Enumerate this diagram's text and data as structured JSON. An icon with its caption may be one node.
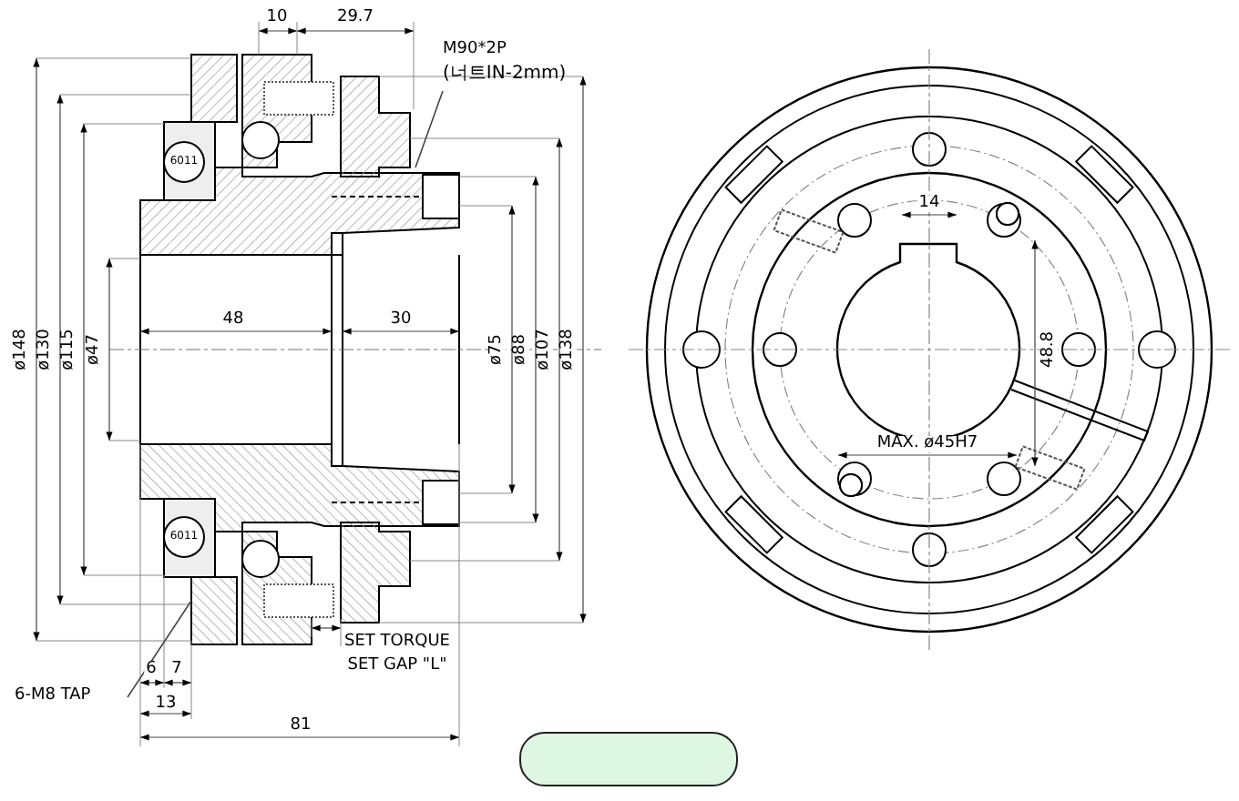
{
  "diagram": {
    "nodes": [
      {
        "text": [
          "M90*2P",
          "(너트IN-2mm)"
        ]
      },
      {
        "text": [
          "6-M8 TAP"
        ]
      },
      {
        "text": [],
        "shape": "box"
      }
    ],
    "edges": [
      {
        "from": 0,
        "to": null,
        "arrow": "none"
      },
      {
        "from": 1,
        "to": null,
        "arrow": "none"
      }
    ],
    "labels": [
      "10",
      "29.7",
      "6011",
      "ø148",
      "ø130",
      "ø115",
      "ø47",
      "48",
      "30",
      "ø75",
      "ø88",
      "ø107",
      "ø138",
      "14",
      "48.8",
      "MAX. ø45H7",
      "6011",
      "6",
      "7",
      "13",
      "SET TORQUE",
      "SET GAP \"L\"",
      "81"
    ]
  }
}
